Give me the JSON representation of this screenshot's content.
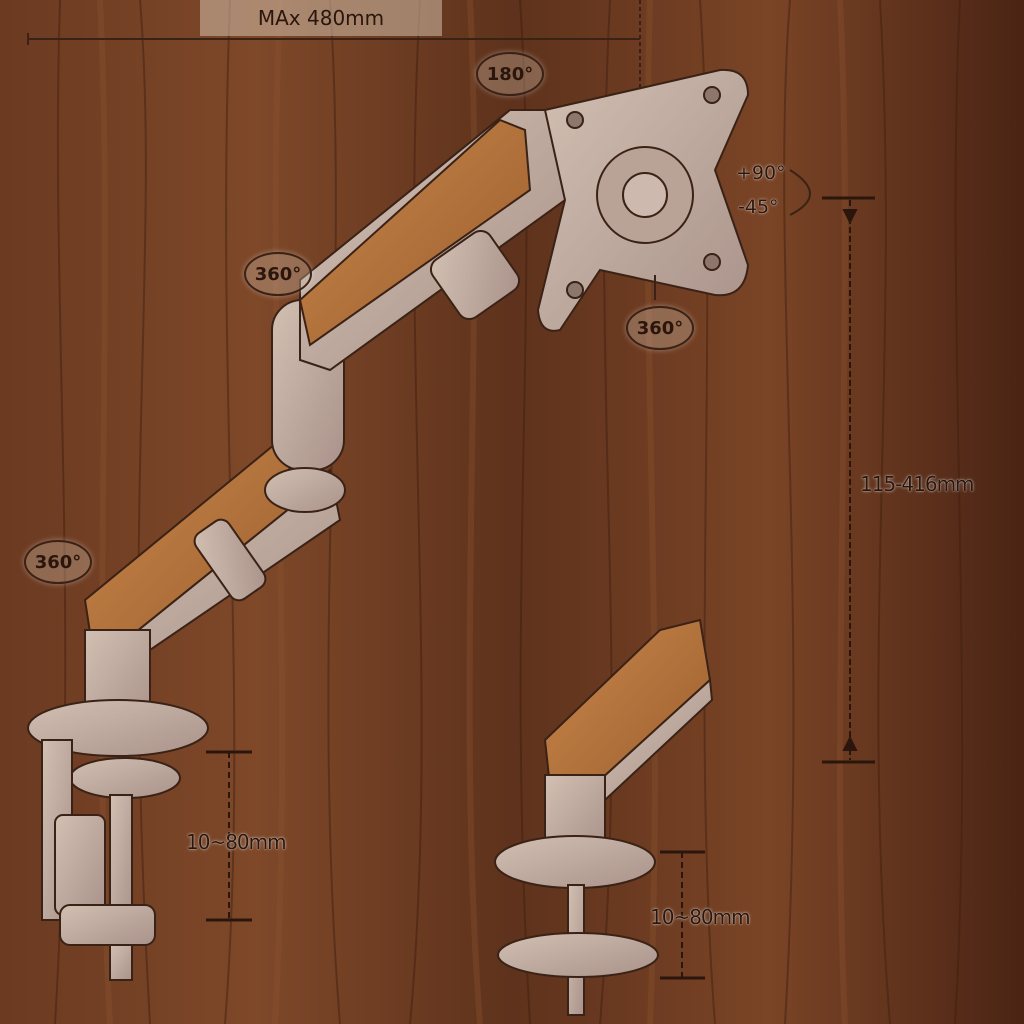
{
  "labels": {
    "max_reach": "MAx 480mm",
    "rot_top": "180°",
    "rot_upper_joint": "360°",
    "rot_lower_joint": "360°",
    "rot_vesa": "360°",
    "tilt_up": "+90°",
    "tilt_down": "-45°",
    "height_range": "115-416mm",
    "desk_thickness_clamp": "10~80mm",
    "desk_thickness_grommet": "10~80mm"
  },
  "colors": {
    "wood_dark": "#5a2f1a",
    "wood_mid": "#7a4426",
    "metal": "#c4b0a2",
    "wood_panel": "#b5743d",
    "outline": "#3a2216"
  }
}
